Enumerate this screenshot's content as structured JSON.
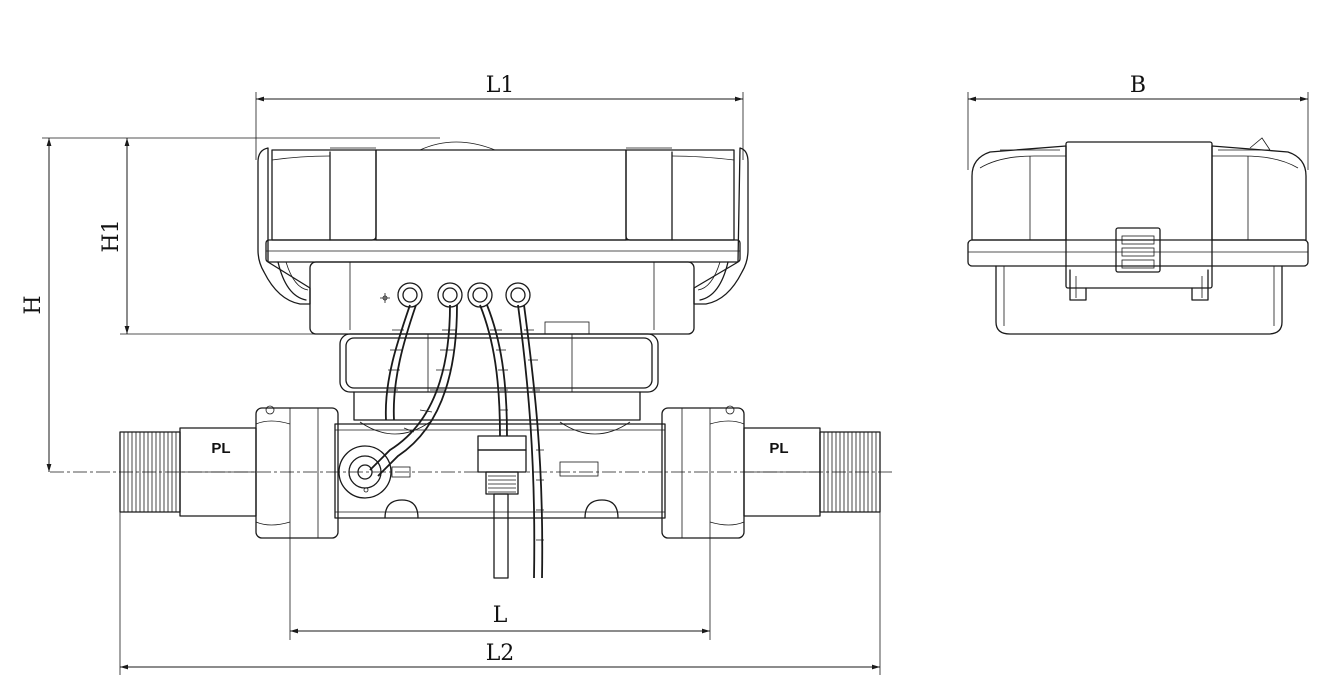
{
  "dimensions": {
    "l1": "L1",
    "b": "B",
    "h": "H",
    "h1": "H1",
    "l": "L",
    "l2": "L2"
  },
  "fittings": {
    "left_label": "PL",
    "right_label": "PL"
  }
}
